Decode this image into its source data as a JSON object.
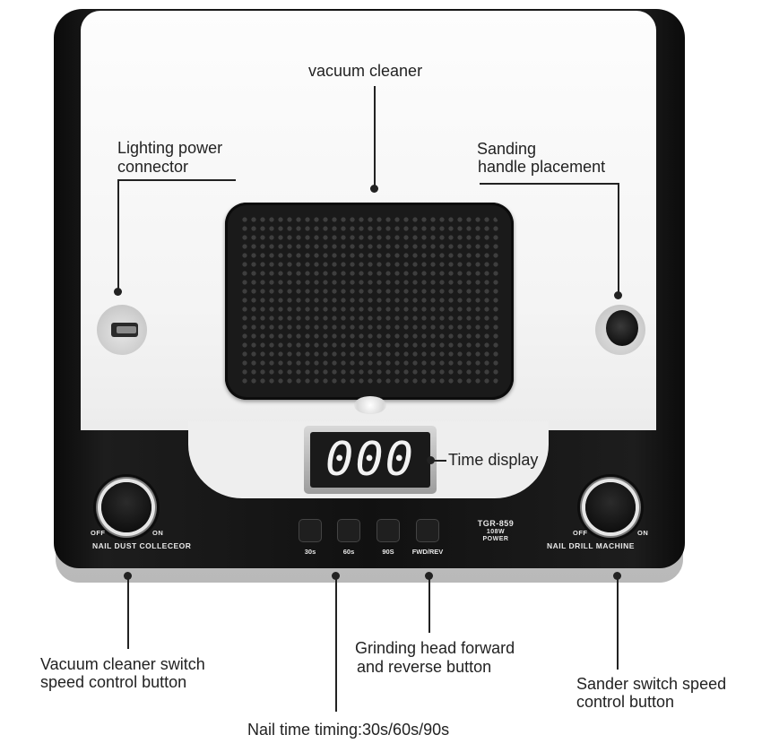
{
  "device": {
    "model": "TGR-859",
    "power_line1": "108W",
    "power_line2": "POWER",
    "display_value": "000",
    "left_knob": {
      "off": "OFF",
      "on": "ON",
      "label": "NAIL  DUST  COLLECEOR"
    },
    "right_knob": {
      "off": "OFF",
      "on": "ON",
      "label": "NAIL  DRILL  MACHINE"
    },
    "timer_buttons": [
      "30s",
      "60s",
      "90S",
      "FWD/REV"
    ]
  },
  "callouts": {
    "vacuum_cleaner": "vacuum cleaner",
    "lighting_power_line1": "Lighting power",
    "lighting_power_line2": "connector",
    "sanding_line1": "Sanding",
    "sanding_line2": " handle placement",
    "time_display": "Time display",
    "vacuum_switch_line1": "Vacuum cleaner switch",
    "vacuum_switch_line2": "speed control button",
    "grinding_line1": "Grinding head forward",
    "grinding_line2": " and reverse button",
    "sander_switch_line1": "Sander switch speed",
    "sander_switch_line2": "control button",
    "nail_timing": "Nail time timing:30s/60s/90s"
  }
}
